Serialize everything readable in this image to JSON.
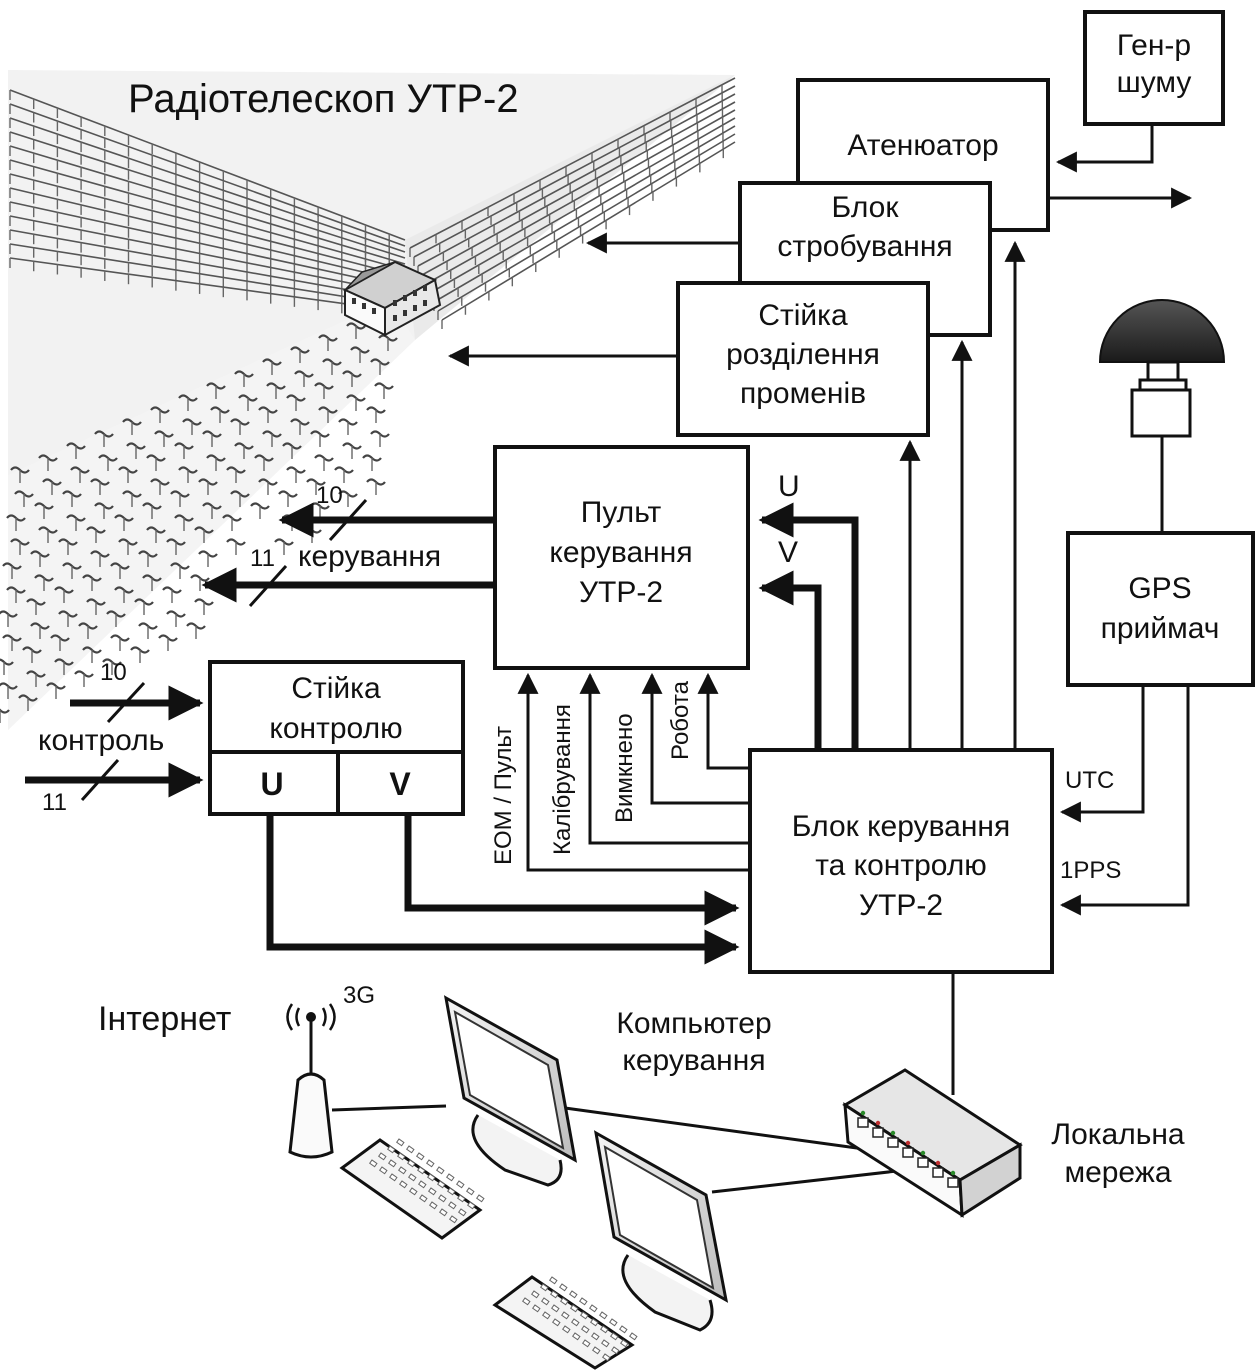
{
  "title": "Радіотелескоп УТР-2",
  "blocks": {
    "noise_gen": [
      "Ген-р",
      "шуму"
    ],
    "attenuator": [
      "Атенюатор"
    ],
    "gating": [
      "Блок",
      "стробування"
    ],
    "beam_split": [
      "Стійка",
      "розділення",
      "променів"
    ],
    "panel": [
      "Пульт",
      "керування",
      "УТР-2"
    ],
    "control_rack": [
      "Стійка",
      "контролю"
    ],
    "control_rack_u": "U",
    "control_rack_v": "V",
    "gps": [
      "GPS",
      "приймач"
    ],
    "main_unit": [
      "Блок керування",
      "та  контролю",
      "УТР-2"
    ]
  },
  "labels": {
    "u": "U",
    "v": "V",
    "n10_out": "10",
    "n11_out": "11",
    "upr": "керування",
    "n10_in": "10",
    "n11_in": "11",
    "kontrol": "контроль",
    "utc": "UTC",
    "pps": "1PPS",
    "eom": "ЕОМ / Пульт",
    "calib": "Калібрування",
    "off": "Вимкнено",
    "work": "Робота",
    "internet": "Інтернет",
    "g3": "3G",
    "computer": [
      "Компьютер",
      "керування"
    ],
    "lan": [
      "Локальна",
      "мережа"
    ]
  },
  "colors": {
    "line": "#111111",
    "background": "#ffffff",
    "gps_dome": "#2a2a2a"
  },
  "icons": [
    "antenna-field",
    "building-icon",
    "gps-antenna-icon",
    "wireless-router-icon",
    "monitor-icon",
    "keyboard-icon",
    "network-switch-icon"
  ]
}
